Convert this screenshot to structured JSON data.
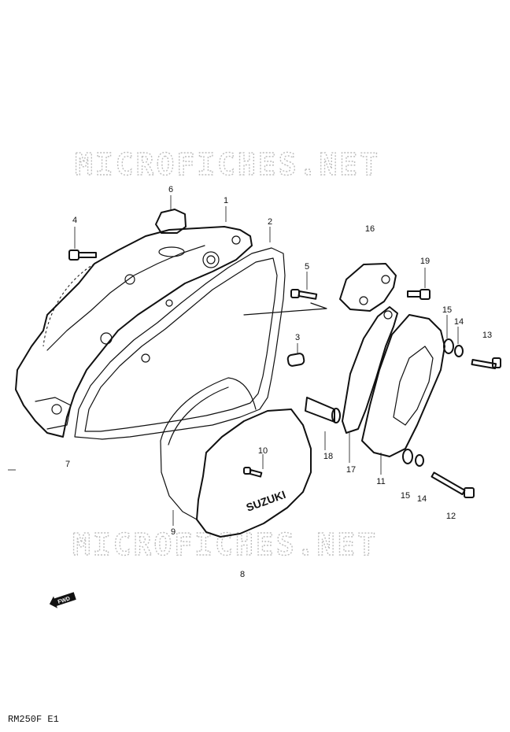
{
  "watermark": "MICROFICHES.NET",
  "fwd_label": "FWD",
  "cover_text": "SUZUKI",
  "model_code": "RM250F  E1",
  "callouts": [
    "1",
    "2",
    "3",
    "4",
    "5",
    "6",
    "7",
    "8",
    "9",
    "10",
    "11",
    "12",
    "13",
    "14",
    "14",
    "15",
    "15",
    "16",
    "17",
    "18",
    "19"
  ]
}
